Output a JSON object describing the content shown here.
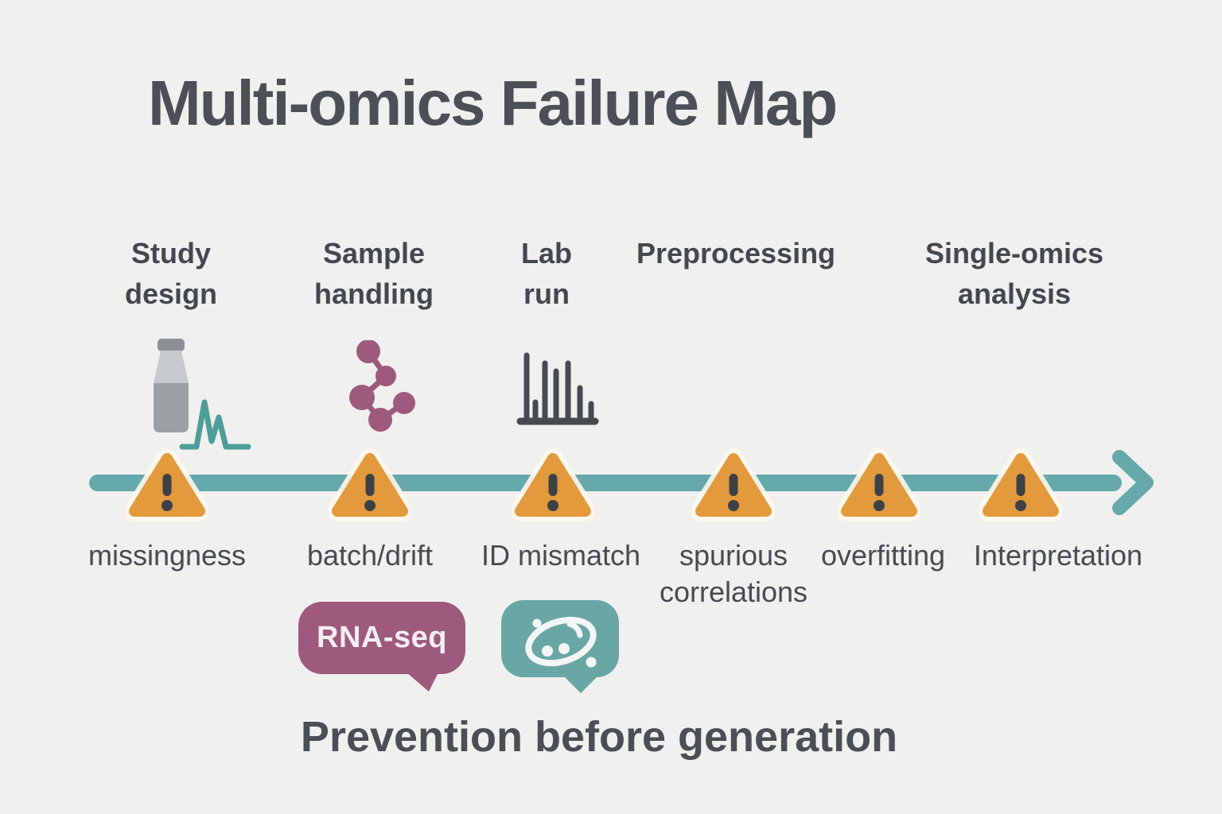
{
  "title": "Multi-omics Failure Map",
  "caption": "Prevention before generation",
  "stages": [
    {
      "line1": "Study",
      "line2": "design"
    },
    {
      "line1": "Sample",
      "line2": "handling"
    },
    {
      "line1": "Lab",
      "line2": "run"
    },
    {
      "line1": "Preprocessing",
      "line2": ""
    },
    {
      "line1": "Single-omics",
      "line2": "analysis"
    }
  ],
  "failures": [
    {
      "line1": "missingness",
      "line2": ""
    },
    {
      "line1": "batch/drift",
      "line2": ""
    },
    {
      "line1": "ID mismatch",
      "line2": ""
    },
    {
      "line1": "spurious",
      "line2": "correlations"
    },
    {
      "line1": "overfitting",
      "line2": ""
    },
    {
      "line1": "Interpretation",
      "line2": ""
    }
  ],
  "bubbles": {
    "rna_seq_label": "RNA-seq"
  },
  "icons": {
    "study_design": "sample-bottle-with-signal-trace",
    "sample_handling": "molecule-network",
    "lab_run": "peak-intensity-bars",
    "timeline_marker": "warning-triangle",
    "timeline_end": "arrow-right",
    "bubble_1": "speech-bubble-rna-seq",
    "bubble_2": "speech-bubble-microbe"
  },
  "colors": {
    "background": "#eeeeec",
    "heading_text": "#4a4f55",
    "timeline_teal": "#65a9ac",
    "warning_orange": "#e29a3c",
    "warning_glyph": "#3c4146",
    "molecule_purple": "#9d5a7c",
    "bubble_purple": "#9d5a7c",
    "bubble_teal": "#68a7a5",
    "bottle_gray": "#9ba0a4",
    "waveform_teal": "#4f9d9b",
    "peak_bars_dark": "#464b50"
  }
}
